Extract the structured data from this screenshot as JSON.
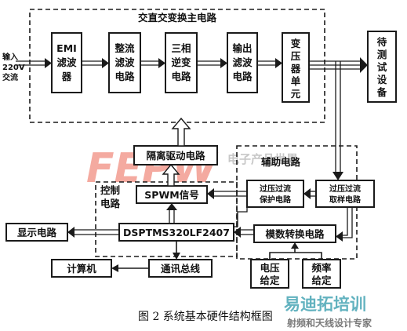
{
  "colors": {
    "line": "#1a1a1a",
    "watermark_red": "#e8442e",
    "watermark_teal": "#3c9fb0"
  },
  "groups": {
    "ac": "交直交变换主电路",
    "aux": "辅助电路",
    "ctrl": [
      "控制",
      "电路"
    ]
  },
  "input_label": [
    "输入",
    "220V",
    "交流"
  ],
  "blocks": {
    "emi": [
      "EMI",
      "滤波",
      "器"
    ],
    "rect": [
      "整流",
      "滤波",
      "电路"
    ],
    "inv": [
      "三相",
      "逆变",
      "电路"
    ],
    "outf": [
      "输出",
      "滤波",
      "电路"
    ],
    "xfmr": [
      "变",
      "压",
      "器",
      "单",
      "元"
    ],
    "dut": [
      "待",
      "测",
      "试",
      "设",
      "备"
    ],
    "isolate": "隔离驱动电路",
    "spwm": "SPWM信号",
    "protect": [
      "过压过流",
      "保护电路"
    ],
    "sample": [
      "过压过流",
      "取样电路"
    ],
    "dsp": "DSPTMS320LF2407",
    "adc": "模数转换电路",
    "display": "显示电路",
    "pc": "计算机",
    "bus": "通讯总线",
    "volt": [
      "电压",
      "给定"
    ],
    "freq": [
      "频率",
      "给定"
    ]
  },
  "caption": "图 2    系统基本硬件结构框图",
  "watermarks": {
    "fpw": "FEPW",
    "elec": "电子产品世界",
    "site": "易迪拓培训",
    "site_sub": "射频和天线设计专家"
  }
}
